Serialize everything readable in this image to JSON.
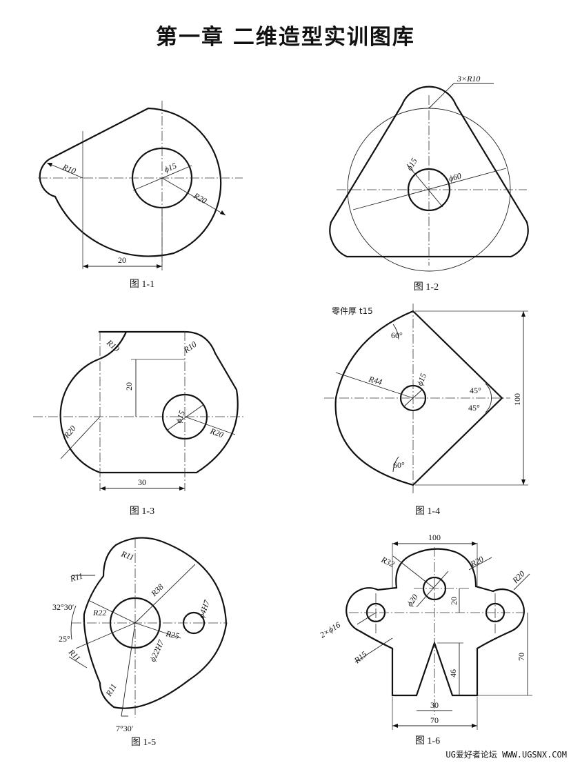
{
  "header": {
    "title": "第一章    二维造型实训图库"
  },
  "figures": [
    {
      "caption": "图  1-1",
      "labels": {
        "r_small": "R10",
        "dia": "ϕ15",
        "r_big": "R20",
        "dist": "20"
      }
    },
    {
      "caption": "图  1-2",
      "labels": {
        "corner": "3×R10",
        "dia_small": "ϕ15",
        "dia_circle": "ϕ60"
      }
    },
    {
      "caption": "图  1-3",
      "labels": {
        "r_top_left": "R10",
        "r_top_right": "R10",
        "height": "20",
        "r_left": "R20",
        "dia": "ϕ15",
        "r_right": "R20",
        "width": "30"
      }
    },
    {
      "caption": "图  1-4",
      "labels": {
        "thickness": "零件厚 t15",
        "ang_top": "60°",
        "radius": "R44",
        "dia": "ϕ15",
        "ang_r1": "45°",
        "ang_r2": "45°",
        "height": "100",
        "ang_bot": "60°"
      }
    },
    {
      "caption": "图  1-5",
      "labels": {
        "r_top": "R11",
        "r_left": "R11",
        "ang_a": "32°30′",
        "r_in": "R22",
        "r_out": "R38",
        "ang_b": "25°",
        "r_left_bot": "R11",
        "r_25": "R25",
        "hole": "ϕ4H7",
        "bore": "ϕ22H7",
        "r_bottom": "R11",
        "ang_c": "7°30′"
      }
    },
    {
      "caption": "图  1-6",
      "labels": {
        "width": "100",
        "r32": "R32",
        "r20_a": "R20",
        "r20_b": "R20",
        "dia20": "ϕ20",
        "v20": "20",
        "holes": "2×ϕ16",
        "r15": "R15",
        "h46": "46",
        "h70": "70",
        "w30": "30",
        "w70": "70"
      }
    }
  ],
  "watermark": "UG爱好者论坛 WWW.UGSNX.COM"
}
